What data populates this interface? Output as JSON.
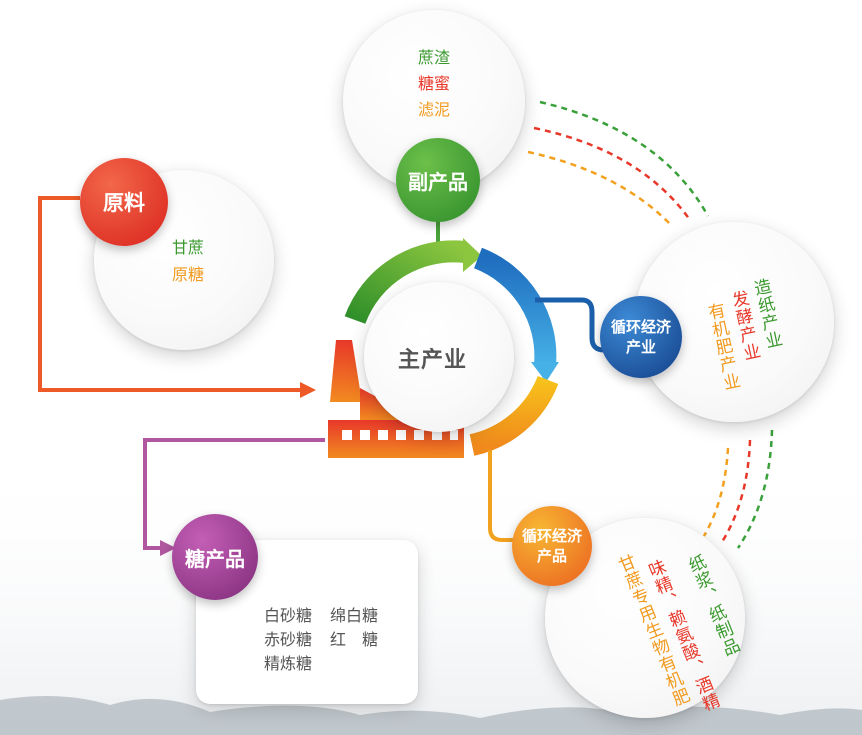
{
  "center": {
    "label": "主产业"
  },
  "raw": {
    "label": "原料",
    "items": [
      "甘蔗",
      "原糖"
    ]
  },
  "byproduct": {
    "label": "副产品",
    "items": [
      "蔗渣",
      "糖蜜",
      "滤泥"
    ]
  },
  "circular_right": {
    "label_line1": "循环经济",
    "label_line2": "产业",
    "items": [
      "造纸产业",
      "发酵产业",
      "有机肥产业"
    ]
  },
  "circular_bottom": {
    "label_line1": "循环经济",
    "label_line2": "产品",
    "items": [
      "纸浆、纸制品",
      "味精、赖氨酸、酒精",
      "甘蔗专用生物有机肥"
    ]
  },
  "sugar": {
    "label": "糖产品",
    "items": [
      "白砂糖",
      "绵白糖",
      "赤砂糖",
      "红　糖",
      "精炼糖"
    ]
  },
  "colors": {
    "green": "#3a9a2e",
    "red": "#e8382a",
    "orange": "#f29a1f",
    "blue": "#1b62b0",
    "purple": "#9b3d8e",
    "gray_text": "#555555"
  }
}
